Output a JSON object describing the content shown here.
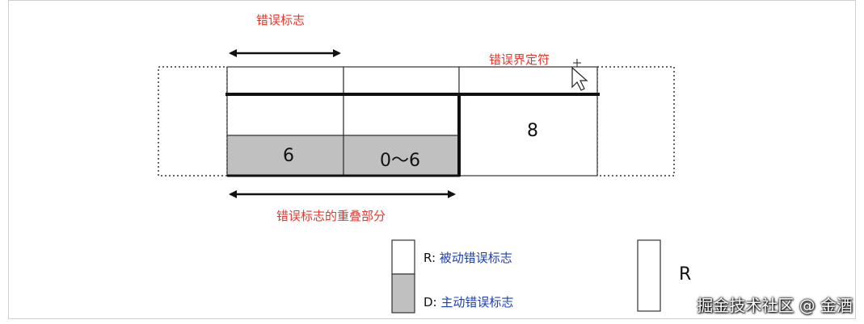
{
  "labels": {
    "error_flag": "错误标志",
    "error_delimiter": "错误界定符",
    "overlap": "错误标志的重叠部分"
  },
  "cells": {
    "c1": "6",
    "c2": "0～6",
    "c3": "8"
  },
  "legend": {
    "passive_prefix": "R: ",
    "passive_text": "被动错误标志",
    "active_prefix": "D: ",
    "active_text": "主动错误标志",
    "recessive": "R"
  },
  "watermark": "掘金技术社区 @ 金酒",
  "colors": {
    "label_red": "#e03a2e",
    "legend_blue": "#1a3fb0",
    "active_fill": "#c0c0c0"
  }
}
